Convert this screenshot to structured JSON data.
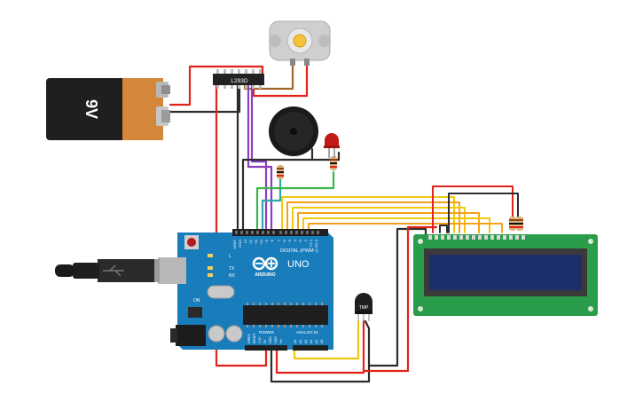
{
  "battery": {
    "label": "9V"
  },
  "motor_driver": {
    "label": "L293D"
  },
  "sensor": {
    "label": "TMP"
  },
  "arduino": {
    "brand": "ARDUINO",
    "model": "UNO",
    "digital_header": "DIGITAL (PWM~)",
    "power_header": "POWER",
    "analog_header": "ANALOG IN",
    "tx_label": "TX",
    "rx_label": "RX",
    "l_label": "L",
    "on_label": "ON",
    "aref_label": "AREF",
    "gnd_label": "GND",
    "pin13": "13",
    "pin12": "12",
    "pin11": "~11",
    "pin10": "~10",
    "pin9": "~9",
    "pin8": "8",
    "pin7": "7",
    "pin6": "~6",
    "pin5": "~5",
    "pin4": "4",
    "pin3": "~3",
    "pin2": "2",
    "pin1": "TX 1",
    "pin0": "RX 0",
    "a0": "A0",
    "a1": "A1",
    "a2": "A2",
    "a3": "A3",
    "a4": "A4",
    "a5": "A5",
    "p_ioref": "IOREF",
    "p_reset": "RESET",
    "p_33v": "3.3V",
    "p_5v": "5V",
    "p_gnd1": "GND",
    "p_gnd2": "GND",
    "p_vin": "Vin"
  },
  "colors": {
    "wire_red": "#e2231a",
    "wire_black": "#2d2d2d",
    "wire_yellow": "#f2c80f",
    "wire_orange": "#f5a01a",
    "wire_purple": "#8b3fc0",
    "wire_green": "#3cb44a",
    "wire_brown": "#a0662b",
    "wire_teal": "#2ea8a8",
    "wire_gray": "#8a8a8a",
    "arduino_board": "#1a7dbb",
    "lcd_board": "#2a9d4a",
    "lcd_screen": "#1d2f6b"
  }
}
